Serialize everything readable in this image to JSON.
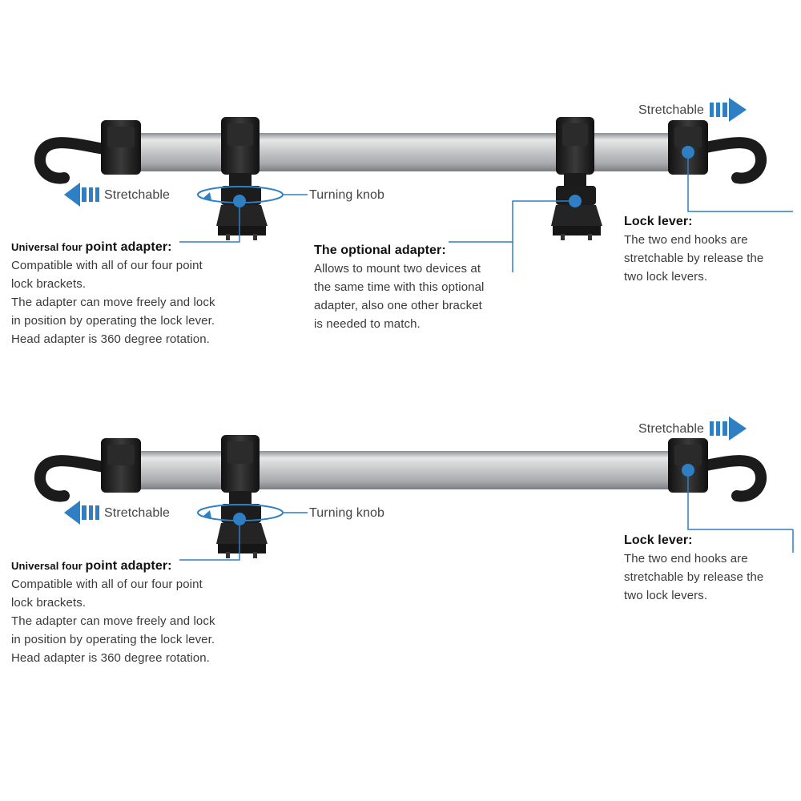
{
  "colors": {
    "accent": "#2f7fc4",
    "tube": "#c4c6c9",
    "plastic": "#1d1d1d"
  },
  "icons": [
    "hook-icon",
    "arrow-left-icon",
    "arrow-right-icon",
    "rotation-ring-icon",
    "callout-dot-icon"
  ],
  "top": {
    "stretch_left": "Stretchable",
    "stretch_right": "Stretchable",
    "turning_knob": "Turning knob",
    "universal": {
      "title_small": "Universal four ",
      "title_big": "point adapter:",
      "lines": [
        "Compatible with all of our four point",
        "lock brackets.",
        "The adapter can move freely and lock",
        "in position by operating the lock lever.",
        "Head adapter is 360 degree rotation."
      ]
    },
    "optional": {
      "title": "The optional adapter:",
      "lines": [
        "Allows to mount two devices at",
        "the same time with this optional",
        "adapter, also one other bracket",
        "is needed to match."
      ]
    },
    "lock": {
      "title": "Lock lever:",
      "lines": [
        "The two end hooks are",
        "stretchable by release the",
        "two lock levers."
      ]
    }
  },
  "bottom": {
    "stretch_left": "Stretchable",
    "stretch_right": "Stretchable",
    "turning_knob": "Turning knob",
    "universal": {
      "title_small": "Universal four ",
      "title_big": "point adapter:",
      "lines": [
        "Compatible with all of our four point",
        "lock brackets.",
        "The adapter can move freely and lock",
        "in position by operating the lock lever.",
        "Head adapter is 360 degree rotation."
      ]
    },
    "lock": {
      "title": "Lock lever:",
      "lines": [
        "The two end hooks are",
        "stretchable by release the",
        "two lock levers."
      ]
    }
  }
}
